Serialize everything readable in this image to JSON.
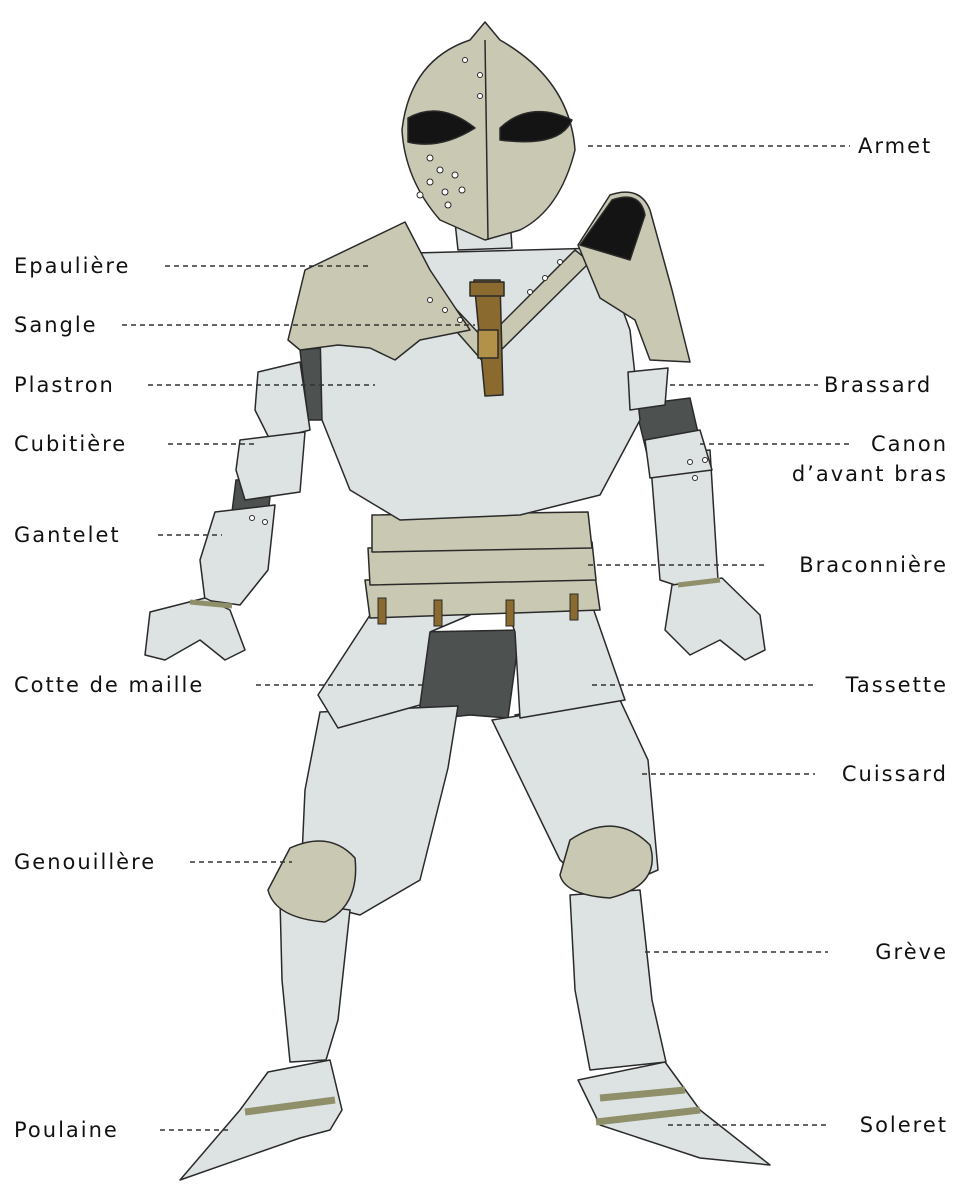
{
  "colors": {
    "plate": "#dde2e3",
    "plate_shadow": "#cdd3d1",
    "olive": "#c9c9b3",
    "olive_dark": "#b8b89c",
    "mail": "#4d5150",
    "leather": "#8a6a2f",
    "outline": "#2a2a2a",
    "visor": "#141414",
    "leader": "#333333"
  },
  "labels": {
    "armet": "Armet",
    "epauliere": "Epaulière",
    "sangle": "Sangle",
    "plastron": "Plastron",
    "brassard": "Brassard",
    "cubitiere": "Cubitière",
    "canon_line1": "Canon",
    "canon_line2": "d’avant bras",
    "gantelet": "Gantelet",
    "braconniere": "Braconnière",
    "cotte": "Cotte de maille",
    "tassette": "Tassette",
    "cuissard": "Cuissard",
    "genouillere": "Genouillère",
    "greve": "Grève",
    "poulaine": "Poulaine",
    "soleret": "Soleret"
  }
}
